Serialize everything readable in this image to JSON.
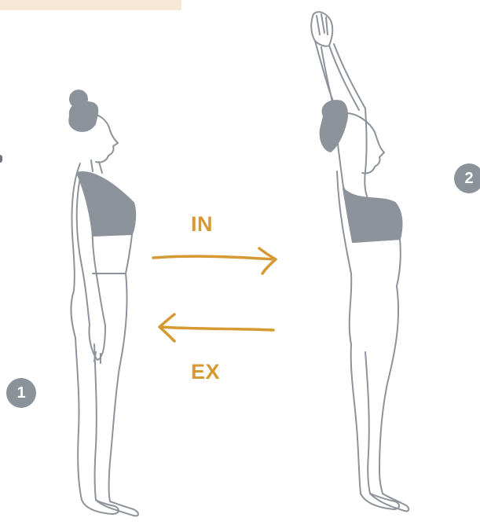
{
  "colors": {
    "banner": "#f6e8d4",
    "accent": "#d59a33",
    "figure_stroke": "#8d939b",
    "figure_fill": "#8d939b",
    "badge": "#8c929a"
  },
  "steps": [
    {
      "number": "1",
      "pose": "standing-arms-down"
    },
    {
      "number": "2",
      "pose": "standing-arms-raised"
    }
  ],
  "breath": {
    "inhale_label": "IN",
    "exhale_label": "EX",
    "inhale_arrow_icon": "arrow-right-icon",
    "exhale_arrow_icon": "arrow-left-icon"
  }
}
